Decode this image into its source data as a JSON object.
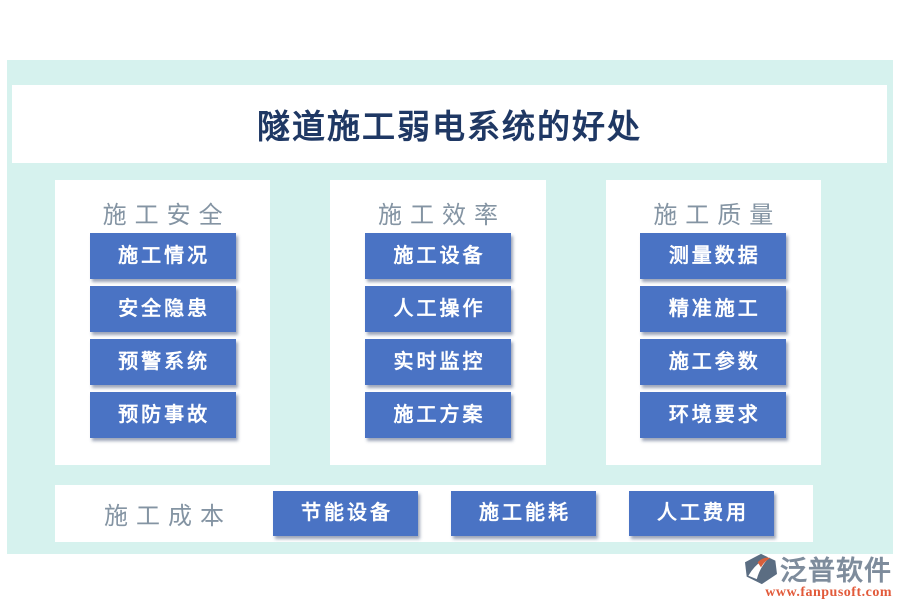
{
  "page": {
    "title": "隧道施工弱电系统的好处",
    "colors": {
      "panel_mint": "#d6f2ee",
      "button_blue": "#4a73c4",
      "title_navy": "#1f3864",
      "header_gray": "#8494a3",
      "brand_slate": "#7e8c9c",
      "brand_orange": "#e25a3a"
    }
  },
  "columns": [
    {
      "header": "施工安全",
      "items": [
        "施工情况",
        "安全隐患",
        "预警系统",
        "预防事故"
      ]
    },
    {
      "header": "施工效率",
      "items": [
        "施工设备",
        "人工操作",
        "实时监控",
        "施工方案"
      ]
    },
    {
      "header": "施工质量",
      "items": [
        "测量数据",
        "精准施工",
        "施工参数",
        "环境要求"
      ]
    }
  ],
  "bottom_row": {
    "header": "施工成本",
    "items": [
      "节能设备",
      "施工能耗",
      "人工费用"
    ]
  },
  "branding": {
    "logo_text": "泛普软件",
    "website": "www.fanpusoft.com"
  }
}
